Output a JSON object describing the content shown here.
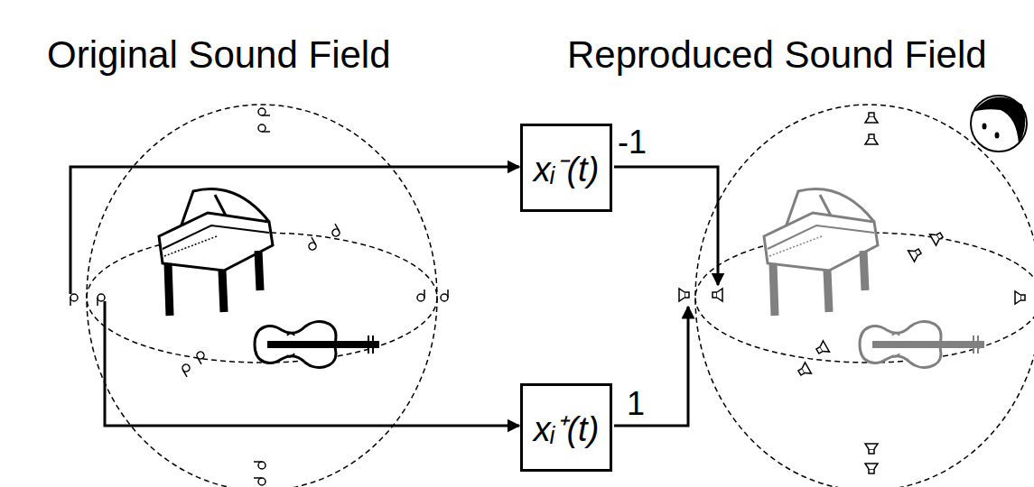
{
  "diagram": {
    "nodes": [
      {
        "text": [
          "xᵢ⁻(t)"
        ]
      },
      {
        "text": [
          "xᵢ⁺(t)"
        ]
      }
    ],
    "edges": [],
    "labels": [
      "Original Sound Field",
      "Reproduced Sound Field",
      "-1",
      "1"
    ]
  }
}
